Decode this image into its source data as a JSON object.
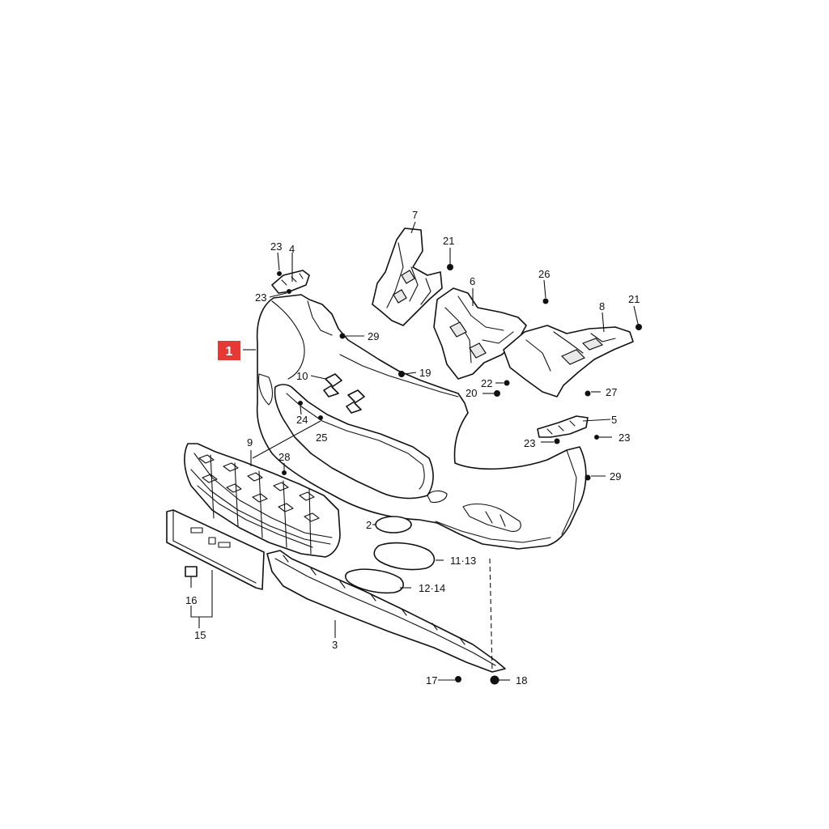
{
  "highlight": {
    "label": "1",
    "color": "#e53935"
  },
  "callouts": {
    "c2": "2",
    "c3": "3",
    "c4": "4",
    "c5": "5",
    "c6": "6",
    "c7": "7",
    "c8": "8",
    "c9": "9",
    "c10": "10",
    "c1113": "11·13",
    "c1214": "12·14",
    "c15": "15",
    "c16": "16",
    "c17": "17",
    "c18": "18",
    "c19": "19",
    "c20": "20",
    "c21a": "21",
    "c21b": "21",
    "c22": "22",
    "c23a": "23",
    "c23b": "23",
    "c23c": "23",
    "c23d": "23",
    "c24": "24",
    "c25": "25",
    "c26": "26",
    "c27": "27",
    "c28": "28",
    "c29a": "29",
    "c29b": "29"
  }
}
